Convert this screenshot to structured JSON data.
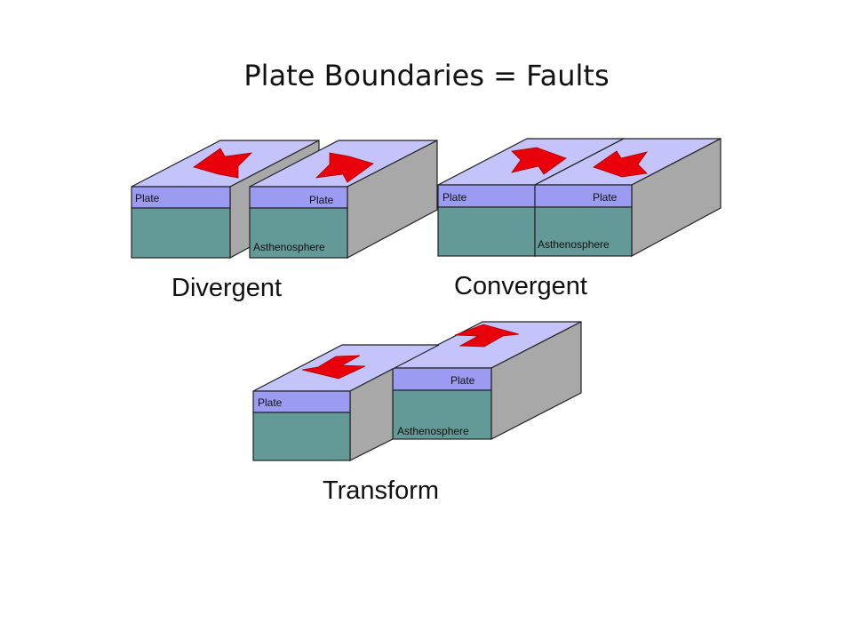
{
  "slide": {
    "title": "Plate Boundaries = Faults"
  },
  "labels": {
    "plate": "Plate",
    "asthenosphere": "Asthenosphere"
  },
  "captions": {
    "divergent": "Divergent",
    "convergent": "Convergent",
    "transform": "Transform"
  },
  "colors": {
    "plate_top": "#c4c4fa",
    "plate_side": "#9b9bf2",
    "asthenosphere": "#639996",
    "block_side": "#a8a8a8",
    "arrow": "#e8000b",
    "outline": "#222222"
  }
}
